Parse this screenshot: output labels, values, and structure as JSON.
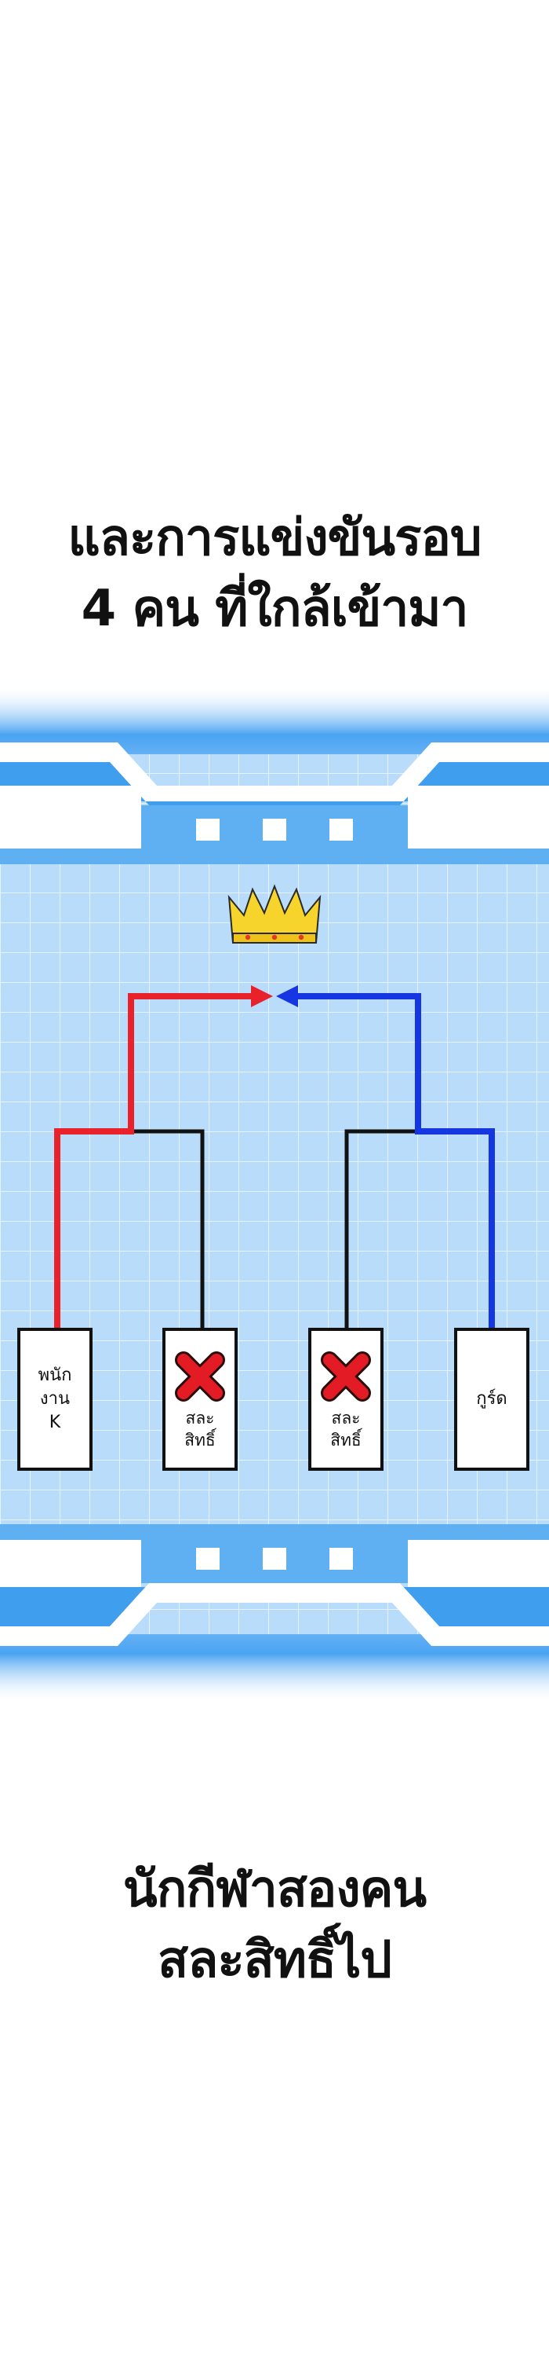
{
  "captions": {
    "top_lines": [
      "และการแข่งขันรอบ",
      "4 คน ที่ใกล้เข้ามา"
    ],
    "bottom_lines": [
      "นักกีฬาสองคน",
      "สละสิทธิ์ไป"
    ]
  },
  "bracket": {
    "players": [
      {
        "label": "พนัก\nงาน\nK",
        "status": "advancing",
        "line_color": "#e8212b"
      },
      {
        "label": "สละ\nสิทธิ์",
        "status": "forfeit",
        "icon": "x-mark-icon"
      },
      {
        "label": "สละ\nสิทธิ์",
        "status": "forfeit",
        "icon": "x-mark-icon"
      },
      {
        "label": "กูร์ด",
        "status": "advancing",
        "line_color": "#1536e0"
      }
    ],
    "trophy_icon": "crown-icon",
    "colors": {
      "left_path": "#e8212b",
      "right_path": "#1536e0",
      "panel_glow": "#3d9bf0",
      "panel_light": "#bfe0fb",
      "crown": "#f7d42b",
      "x_mark": "#e21b25"
    }
  }
}
